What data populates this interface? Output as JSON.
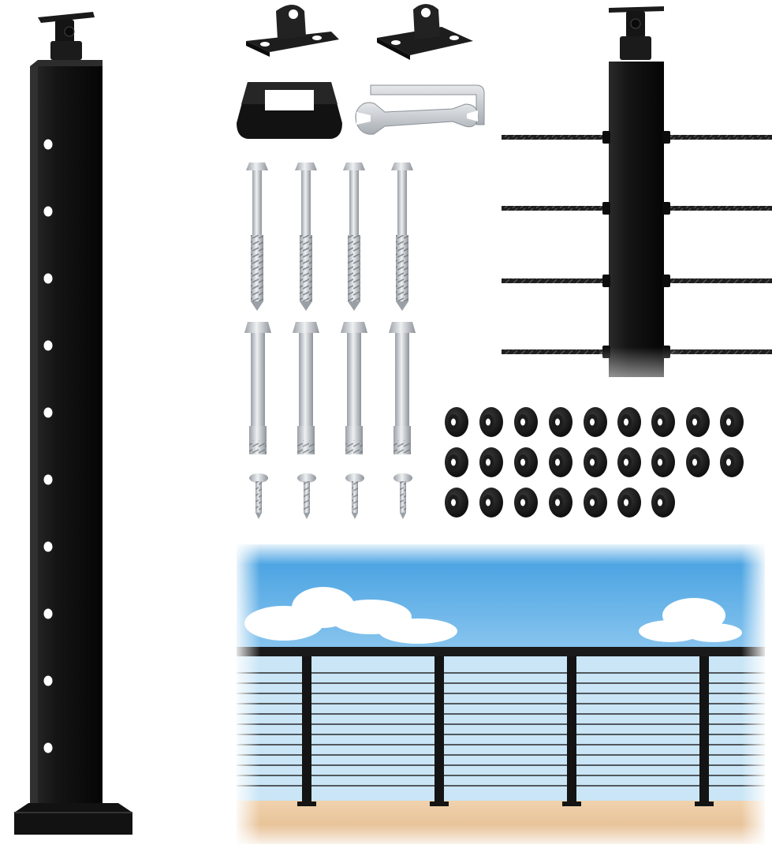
{
  "scene": {
    "type": "product-photo",
    "background_color": "#ffffff",
    "post_color": "#111111",
    "metal_color": "#c9ccd0",
    "sky_color": "#5aaee6",
    "deck_color": "#e9c7a0"
  },
  "components": {
    "main_post": {
      "hole_count": 10
    },
    "top_mount_brackets": {
      "count": 2
    },
    "base_cover": {
      "count": 1
    },
    "wrench": {
      "count": 1
    },
    "hex_key": {
      "count": 1
    },
    "lag_screws": {
      "count": 4
    },
    "expansion_bolts": {
      "count": 4
    },
    "small_screws": {
      "count": 4
    },
    "protector_sleeves": {
      "count": 25,
      "rows": [
        9,
        9,
        7
      ]
    },
    "cable_closeup": {
      "cable_count": 4
    },
    "railing_scene": {
      "post_count": 4,
      "cable_count": 12
    }
  }
}
